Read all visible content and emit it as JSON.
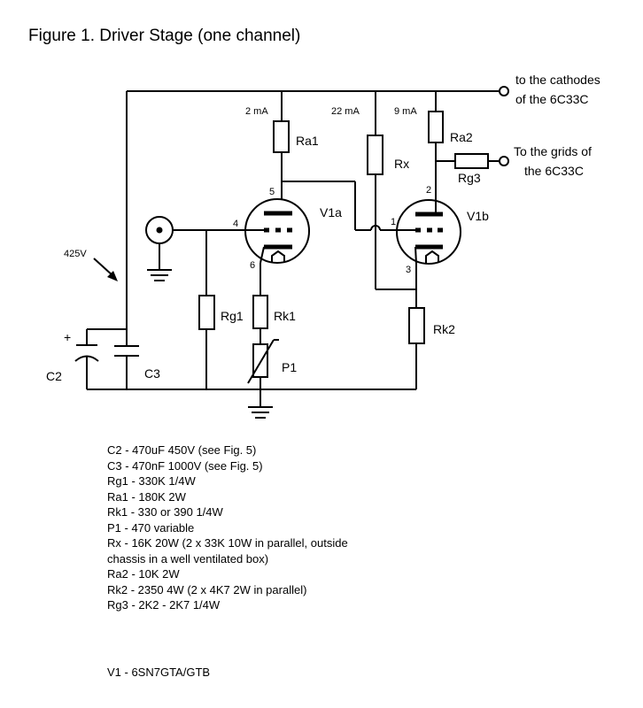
{
  "title": "Figure 1. Driver Stage (one channel)",
  "labels": {
    "out_cathodes": [
      "to the cathodes",
      "of the 6C33C"
    ],
    "out_grids": [
      "To the grids of",
      "the 6C33C"
    ],
    "supply": "425V",
    "i_ra1": "2 mA",
    "i_rx": "22 mA",
    "i_ra2": "9 mA",
    "c2_plus": "+",
    "ra1": "Ra1",
    "rx": "Rx",
    "ra2": "Ra2",
    "rg3": "Rg3",
    "rg1": "Rg1",
    "rk1": "Rk1",
    "p1": "P1",
    "rk2": "Rk2",
    "c2": "C2",
    "c3": "C3",
    "v1a": "V1a",
    "v1b": "V1b",
    "pin_v1a_plate": "5",
    "pin_v1a_grid": "4",
    "pin_v1a_cathode": "6",
    "pin_v1b_plate": "2",
    "pin_v1b_grid": "1",
    "pin_v1b_cathode": "3"
  },
  "parts_list": [
    "C2 - 470uF 450V (see Fig. 5)",
    "C3 - 470nF 1000V (see Fig. 5)",
    "Rg1 - 330K 1/4W",
    "Ra1 - 180K 2W",
    "Rk1 - 330 or 390 1/4W",
    "P1 - 470 variable",
    "Rx - 16K 20W (2 x 33K 10W in parallel, outside",
    "chassis in a well ventilated box)",
    "Ra2 - 10K 2W",
    "Rk2 - 2350 4W (2 x 4K7 2W in parallel)",
    "Rg3 - 2K2 - 2K7 1/4W"
  ],
  "tube": "V1 - 6SN7GTA/GTB"
}
